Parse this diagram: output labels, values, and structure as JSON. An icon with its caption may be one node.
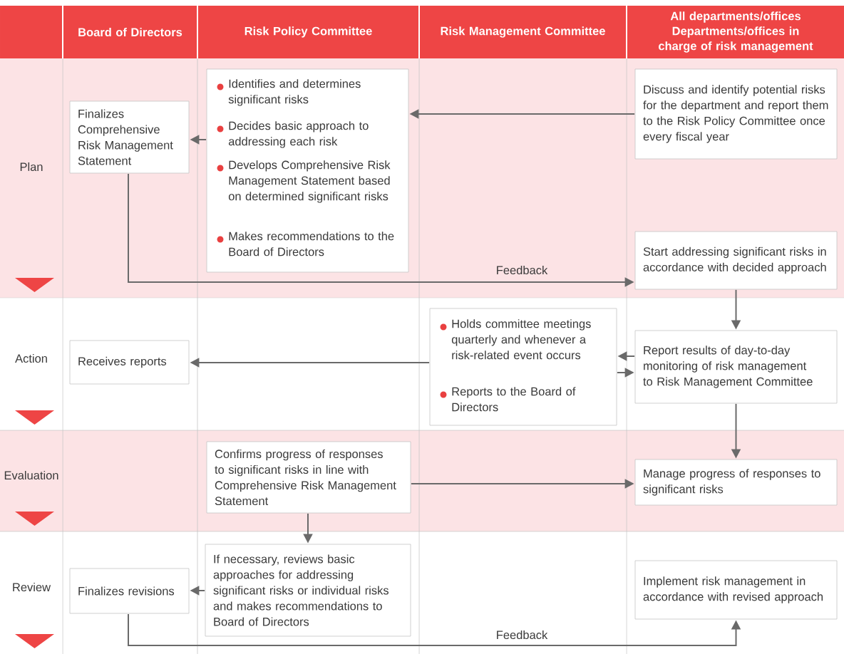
{
  "diagram": {
    "nodes": [
      {
        "text": [
          "Finalizes Comprehensive Risk Management Statement"
        ]
      },
      {
        "text": [
          "Identifies and determines significant risks",
          "Decides basic approach to addressing each risk",
          "Develops Comprehensive Risk Management Statement based on determined significant risks",
          "Makes recommendations to the Board of Directors"
        ]
      },
      {
        "text": [
          "Discuss and identify potential risks for the department and report them to the Risk Policy Committee once every fiscal year"
        ]
      },
      {
        "text": [
          "Start addressing significant risks in accordance with decided approach"
        ]
      },
      {
        "text": [
          "Receives reports"
        ]
      },
      {
        "text": [
          "Holds committee meetings quarterly and whenever a risk-related event occurs",
          "Reports to the Board of Directors"
        ]
      },
      {
        "text": [
          "Report results of day-to-day monitoring of risk management to Risk Management Committee"
        ]
      },
      {
        "text": [
          "Confirms progress of responses to significant risks in line with Comprehensive Risk Management Statement"
        ]
      },
      {
        "text": [
          "Manage progress of responses to significant risks"
        ]
      },
      {
        "text": [
          "Finalizes revisions"
        ]
      },
      {
        "text": [
          "If necessary, reviews basic approaches for addressing significant risks or individual risks and makes recommendations to Board of Directors"
        ]
      },
      {
        "text": [
          "Implement risk management in accordance with revised approach"
        ]
      }
    ],
    "edges": [
      {
        "from": 2,
        "to": 1,
        "arrow": "to"
      },
      {
        "from": 1,
        "to": 0,
        "arrow": "to"
      },
      {
        "from": 0,
        "to": 3,
        "arrow": "to",
        "label": "Feedback"
      },
      {
        "from": 3,
        "to": 6,
        "arrow": "to"
      },
      {
        "from": 6,
        "to": 5,
        "arrow": "to"
      },
      {
        "from": 5,
        "to": 6,
        "arrow": "to"
      },
      {
        "from": 5,
        "to": 4,
        "arrow": "to"
      },
      {
        "from": 6,
        "to": 8,
        "arrow": "to"
      },
      {
        "from": 7,
        "to": 8,
        "arrow": "to"
      },
      {
        "from": 7,
        "to": 10,
        "arrow": "to"
      },
      {
        "from": 10,
        "to": 9,
        "arrow": "to"
      },
      {
        "from": 9,
        "to": 11,
        "arrow": "to",
        "label": "Feedback"
      }
    ],
    "labels": [
      "Board of Directors",
      "Risk Policy Committee",
      "Risk Management Committee",
      "All departments/offices",
      "Departments/offices in charge of risk management",
      "Plan",
      "Action",
      "Evaluation",
      "Review"
    ]
  }
}
